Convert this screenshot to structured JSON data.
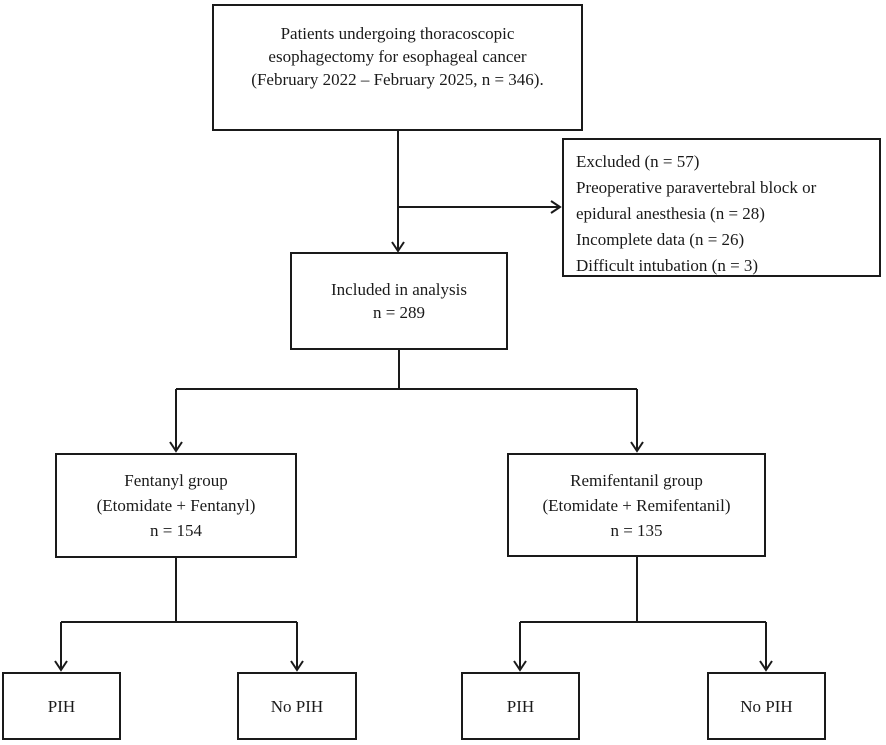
{
  "diagram": {
    "type": "patient-flow-chart",
    "colors": {
      "line": "#1a1a1a",
      "text": "#1a1a1a",
      "background": "#ffffff",
      "box_fill": "#ffffff"
    },
    "boxes": {
      "enrollment": {
        "lines": [
          "Patients undergoing thoracoscopic",
          "esophagectomy for esophageal cancer",
          "(February 2022 – February 2025, n = 346)."
        ]
      },
      "excluded": {
        "lines": [
          "Excluded (n = 57)",
          "Preoperative paravertebral block or",
          "epidural anesthesia (n = 28)",
          "Incomplete data (n = 26)",
          "Difficult intubation (n = 3)"
        ]
      },
      "included": {
        "lines": [
          "Included in analysis",
          "n = 289"
        ]
      },
      "fentanyl_group": {
        "lines": [
          "Fentanyl group",
          "(Etomidate + Fentanyl)",
          "n = 154"
        ]
      },
      "remifentanil_group": {
        "lines": [
          "Remifentanil group",
          "(Etomidate + Remifentanil)",
          "n = 135"
        ]
      },
      "fentanyl_pih": {
        "label": "PIH"
      },
      "fentanyl_no_pih": {
        "label": "No PIH"
      },
      "remifentanil_pih": {
        "label": "PIH"
      },
      "remifentanil_no_pih": {
        "label": "No PIH"
      }
    }
  }
}
